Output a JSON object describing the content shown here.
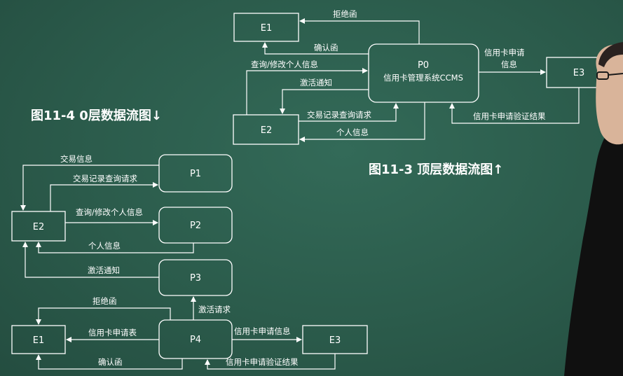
{
  "top_diagram": {
    "caption": "图11-3 顶层数据流图↑",
    "nodes": {
      "e1": "E1",
      "e2": "E2",
      "e3": "E3",
      "p0_line1": "P0",
      "p0_line2": "信用卡管理系统CCMS"
    },
    "flows": {
      "reject": "拒绝函",
      "confirm": "确认函",
      "query_modify": "查询/修改个人信息",
      "activate": "激活通知",
      "txn_query": "交易记录查询请求",
      "personal_info": "个人信息",
      "apply_line1": "信用卡申请",
      "apply_line2": "信息",
      "verify_result": "信用卡申请验证结果"
    }
  },
  "level0_diagram": {
    "caption": "图11-4 0层数据流图↓",
    "nodes": {
      "p1": "P1",
      "p2": "P2",
      "p3": "P3",
      "p4": "P4",
      "e1": "E1",
      "e2": "E2",
      "e3": "E3"
    },
    "flows": {
      "txn_info": "交易信息",
      "txn_query": "交易记录查询请求",
      "query_modify": "查询/修改个人信息",
      "personal_info": "个人信息",
      "activate": "激活通知",
      "activate_req": "激活请求",
      "reject": "拒绝函",
      "apply_form": "信用卡申请表",
      "apply_info": "信用卡申请信息",
      "confirm": "确认函",
      "verify_result": "信用卡申请验证结果"
    }
  }
}
